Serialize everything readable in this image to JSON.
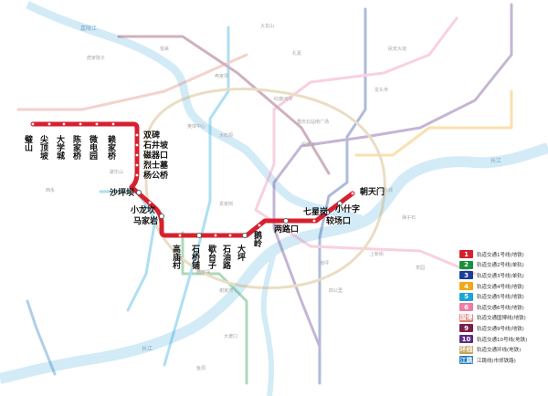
{
  "map": {
    "rivers": [
      "长江",
      "长江",
      "嘉陵江"
    ],
    "line1_stations": [
      {
        "name": "璧山"
      },
      {
        "name": "尖顶坡"
      },
      {
        "name": "大学城"
      },
      {
        "name": "陈家桥"
      },
      {
        "name": "微电园"
      },
      {
        "name": "赖家桥"
      },
      {
        "name": "双碑"
      },
      {
        "name": "石井坡"
      },
      {
        "name": "磁器口"
      },
      {
        "name": "烈士墓"
      },
      {
        "name": "杨公桥"
      },
      {
        "name": "沙坪坝"
      },
      {
        "name": "小龙坎"
      },
      {
        "name": "马家岩"
      },
      {
        "name": "高庙村"
      },
      {
        "name": "石桥铺"
      },
      {
        "name": "歇台子"
      },
      {
        "name": "石油路"
      },
      {
        "name": "大坪"
      },
      {
        "name": "鹅岭"
      },
      {
        "name": "两路口"
      },
      {
        "name": "七星岗"
      },
      {
        "name": "较场口"
      },
      {
        "name": "小什字"
      },
      {
        "name": "朝天门"
      }
    ],
    "background_labels": [
      "奥体中心",
      "大石坝",
      "观音桥",
      "红旗河沟",
      "大龙山",
      "重庆北站南广场",
      "江北城",
      "弹子石",
      "上新街",
      "南坪",
      "四公里",
      "袁家岗",
      "杨家坪",
      "谢家湾",
      "二郎",
      "歌乐山",
      "西永",
      "大渡口",
      "鱼洞",
      "茶园",
      "龙头寺",
      "冉家坝",
      "礼嘉",
      "悦来",
      "唐家院子",
      "民安大道"
    ]
  },
  "legend": {
    "items": [
      {
        "badge": "1",
        "label": "轨道交通1号线(地铁)",
        "color": "#d7202f"
      },
      {
        "badge": "2",
        "label": "轨道交通2号线(单轨)",
        "color": "#17913f"
      },
      {
        "badge": "3",
        "label": "轨道交通3号线(单轨)",
        "color": "#1b3f95"
      },
      {
        "badge": "4",
        "label": "轨道交通4号线(地铁)",
        "color": "#f2a81b"
      },
      {
        "badge": "5",
        "label": "轨道交通5号线(地铁)",
        "color": "#1aa5dc"
      },
      {
        "badge": "6",
        "label": "轨道交通6号线(地铁)",
        "color": "#f07ba4"
      },
      {
        "badge": "国博",
        "label": "轨道交通国博线(地铁)",
        "color": "#e27f72"
      },
      {
        "badge": "9",
        "label": "轨道交通9号线(地铁)",
        "color": "#7a1f47"
      },
      {
        "badge": "10",
        "label": "轨道交通10号线(地铁)",
        "color": "#5b2d86"
      },
      {
        "badge": "环线",
        "label": "轨道交通环线(地铁)",
        "color": "#c6a15b"
      },
      {
        "badge": "江跳",
        "label": "江跳线(市郊铁路)",
        "color": "#1d78c1"
      }
    ]
  }
}
